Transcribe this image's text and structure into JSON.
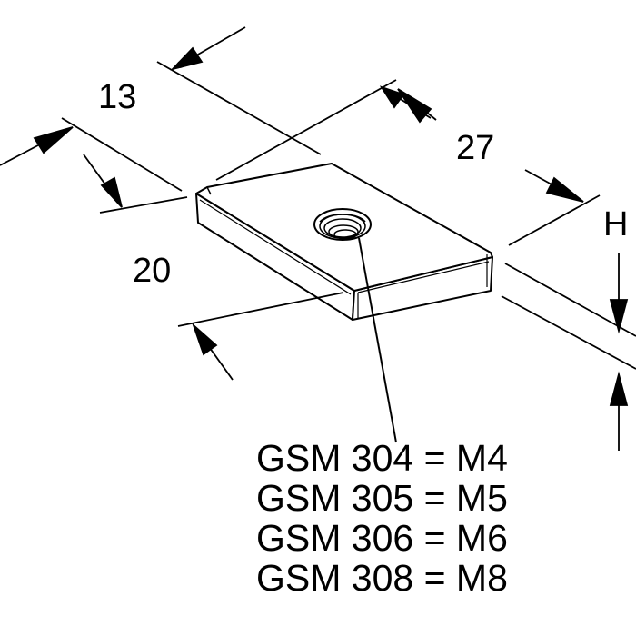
{
  "dimensions": {
    "width": "13",
    "length": "27",
    "depth": "20",
    "height": "H"
  },
  "models": [
    "GSM 304 = M4",
    "GSM 305 = M5",
    "GSM 306 = M6",
    "GSM 308 = M8"
  ],
  "colors": {
    "line": "#000000",
    "background": "#ffffff",
    "fill": "#ffffff"
  }
}
